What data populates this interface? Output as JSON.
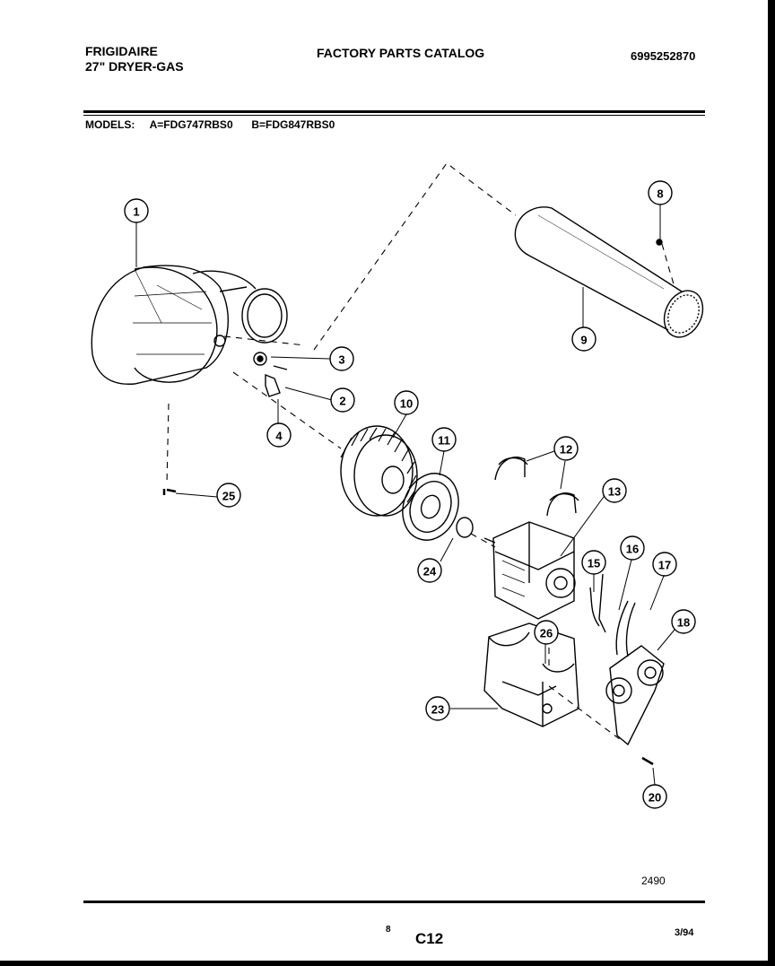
{
  "header": {
    "brand": "FRIGIDAIRE",
    "product": "27\" DRYER-GAS",
    "catalog_title": "FACTORY PARTS CATALOG",
    "catalog_number": "6995252870"
  },
  "models": {
    "label": "MODELS:",
    "model_a": "A=FDG747RBS0",
    "model_b": "B=FDG847RBS0"
  },
  "callouts": [
    "1",
    "2",
    "3",
    "4",
    "8",
    "9",
    "10",
    "11",
    "12",
    "13",
    "15",
    "16",
    "17",
    "18",
    "20",
    "23",
    "24",
    "25",
    "26"
  ],
  "footer": {
    "drawing_code": "2490",
    "page_number": "8",
    "section": "C12",
    "date": "3/94"
  }
}
